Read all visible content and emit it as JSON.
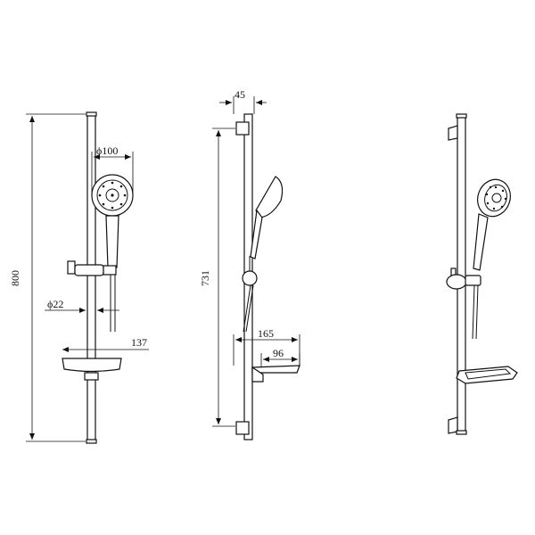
{
  "dimensions": {
    "height_total": "800",
    "head_diameter": "ϕ100",
    "rail_diameter": "ϕ22",
    "tray_width": "137",
    "side_depth": "45",
    "slide_height": "731",
    "tray_projection": "165",
    "tray_depth": "96"
  }
}
